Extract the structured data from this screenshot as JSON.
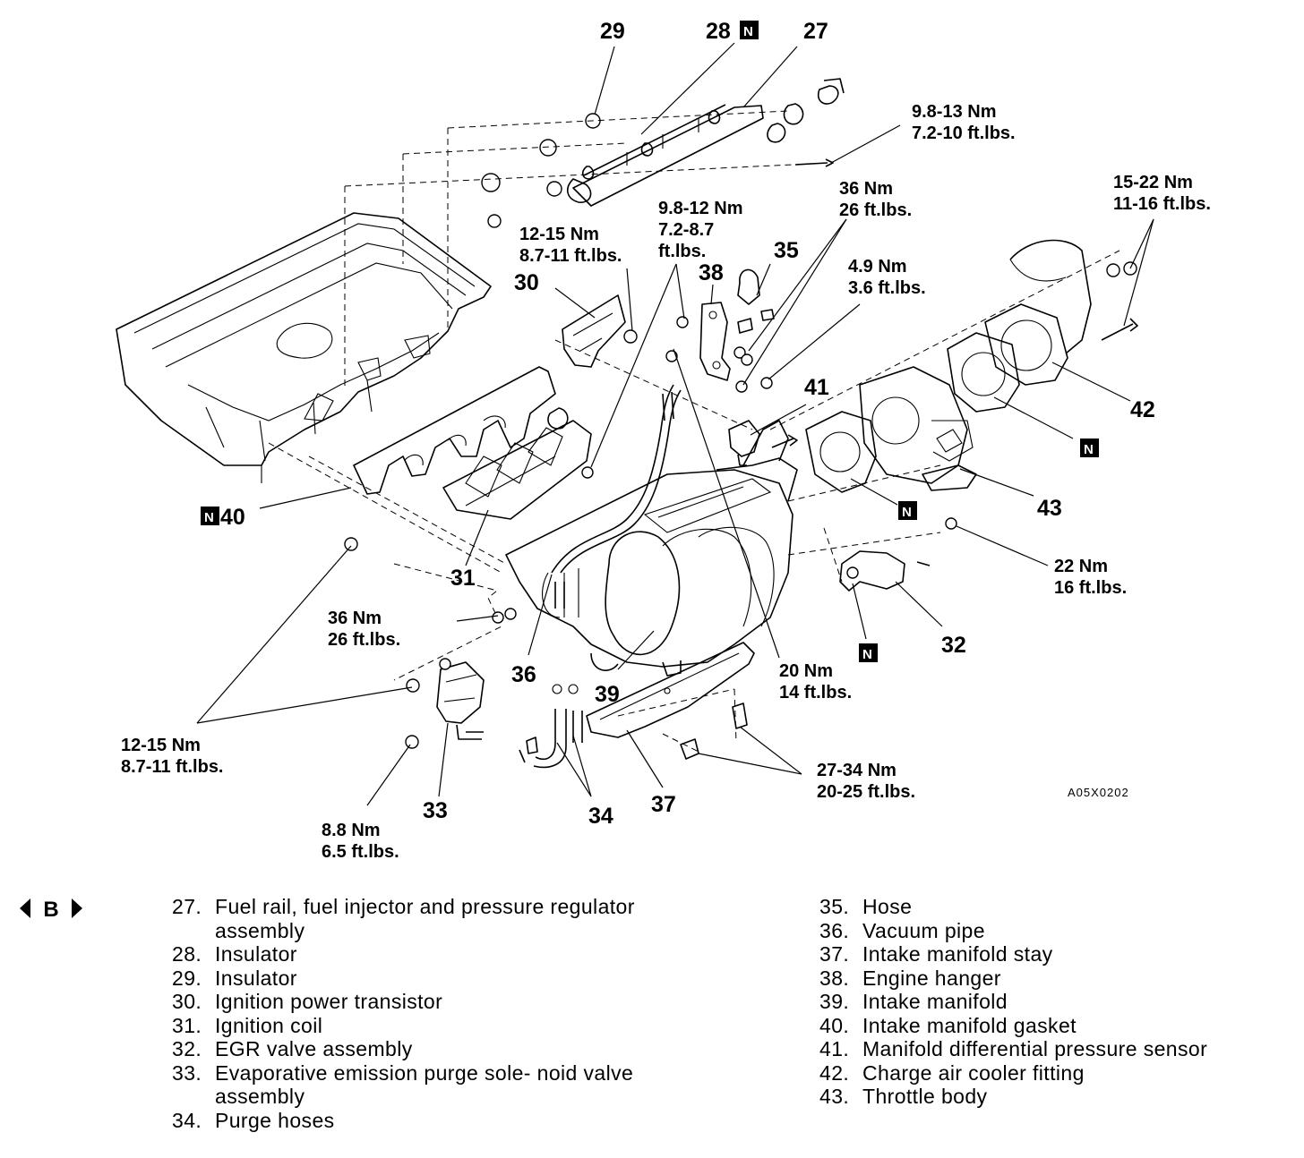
{
  "callouts": {
    "c27": "27",
    "c28": "28",
    "c29": "29",
    "c30": "30",
    "c31": "31",
    "c32": "32",
    "c33": "33",
    "c34": "34",
    "c35": "35",
    "c36a": "36",
    "c37": "37",
    "c38": "38",
    "c39": "39",
    "c40": "40",
    "c41": "41",
    "c42": "42",
    "c43": "43"
  },
  "new_part_marker": "N",
  "torque": {
    "t1": [
      "9.8-13 Nm",
      "7.2-10 ft.lbs."
    ],
    "t2": [
      "15-22 Nm",
      "11-16 ft.lbs."
    ],
    "t3": [
      "36 Nm",
      "26 ft.lbs."
    ],
    "t4": [
      "9.8-12 Nm",
      "7.2-8.7",
      "ft.lbs."
    ],
    "t5": [
      "12-15 Nm",
      "8.7-11 ft.lbs."
    ],
    "t6": [
      "4.9 Nm",
      "3.6 ft.lbs."
    ],
    "t7": [
      "22 Nm",
      "16 ft.lbs."
    ],
    "t8": [
      "36 Nm",
      "26 ft.lbs."
    ],
    "t9": [
      "20 Nm",
      "14 ft.lbs."
    ],
    "t10": [
      "12-15 Nm",
      "8.7-11 ft.lbs."
    ],
    "t11": [
      "27-34 Nm",
      "20-25 ft.lbs."
    ],
    "t12": [
      "8.8 Nm",
      "6.5 ft.lbs."
    ]
  },
  "figure_code": "A05X0202",
  "nav_badge": "B",
  "legend_left": [
    {
      "num": "27.",
      "text": "Fuel rail, fuel injector and pressure regulator assembly"
    },
    {
      "num": "28.",
      "text": "Insulator"
    },
    {
      "num": "29.",
      "text": "Insulator"
    },
    {
      "num": "30.",
      "text": "Ignition power transistor"
    },
    {
      "num": "31.",
      "text": "Ignition coil"
    },
    {
      "num": "32.",
      "text": "EGR valve assembly"
    },
    {
      "num": "33.",
      "text": "Evaporative emission purge sole- noid valve assembly"
    },
    {
      "num": "34.",
      "text": "Purge hoses"
    }
  ],
  "legend_right": [
    {
      "num": "35.",
      "text": "Hose"
    },
    {
      "num": "36.",
      "text": "Vacuum pipe"
    },
    {
      "num": "37.",
      "text": "Intake manifold stay"
    },
    {
      "num": "38.",
      "text": "Engine hanger"
    },
    {
      "num": "39.",
      "text": "Intake manifold"
    },
    {
      "num": "40.",
      "text": "Intake manifold gasket"
    },
    {
      "num": "41.",
      "text": "Manifold differential pressure sensor"
    },
    {
      "num": "42.",
      "text": "Charge air cooler fitting"
    },
    {
      "num": "43.",
      "text": "Throttle body"
    }
  ]
}
